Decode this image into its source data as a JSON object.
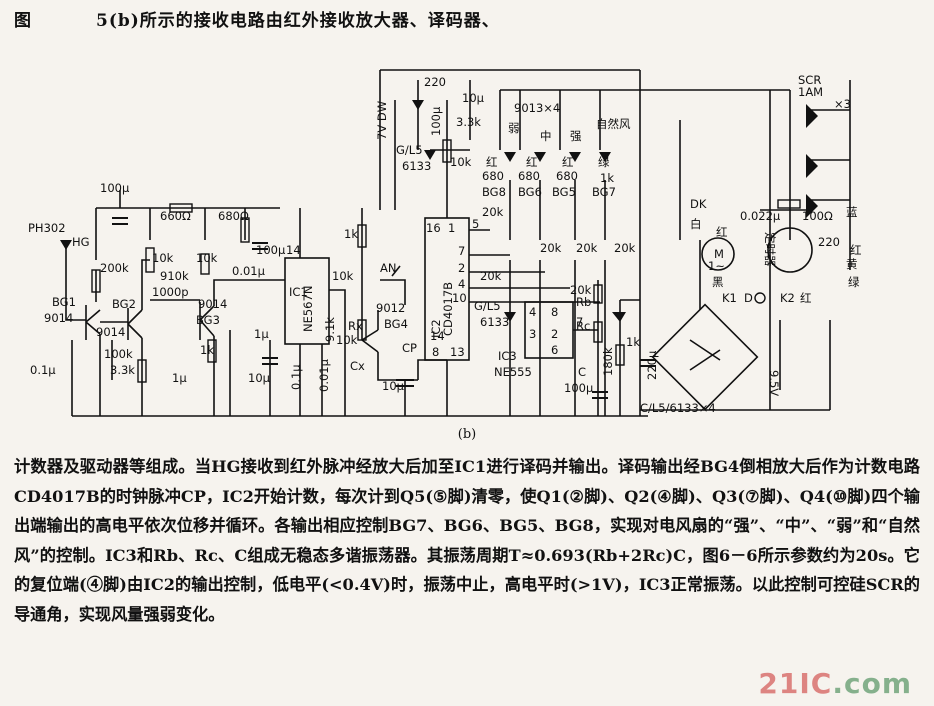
{
  "header": {
    "label": "图",
    "text": "5(b)所示的接收电路由红外接收放大器、译码器、"
  },
  "caption": "(b)",
  "paragraph": "计数器及驱动器等组成。当HG接收到红外脉冲经放大后加至IC1进行译码并输出。译码输出经BG4倒相放大后作为计数电路CD4017B的时钟脉冲CP，IC2开始计数，每次计到Q5(⑤脚)清零，使Q1(②脚)、Q2(④脚)、Q3(⑦脚)、Q4(⑩脚)四个输出端输出的高电平依次位移并循环。各输出相应控制BG7、BG6、BG5、BG8，实现对电风扇的“强”、“中”、“弱”和“自然风”的控制。IC3和Rb、Rc、C组成无稳态多谐振荡器。其振荡周期T≈0.693(Rb+2Rc)C，图6－6所示参数约为20s。它的复位端(④脚)由IC2的输出控制，低电平(<0.4V)时，振荡中止，高电平时(>1V)，IC3正常振荡。以此控制可控硅SCR的导通角，实现风量强弱变化。",
  "watermark": {
    "a": "21",
    "b": "IC",
    "c": ".com"
  },
  "labels": {
    "ph302": "PH302",
    "hg": "HG",
    "bg1": "BG1",
    "bg1_type": "9014",
    "bg2": "BG2",
    "bg2_type": "9014",
    "bg3": "BG3",
    "bg3_type": "9014",
    "c01": "0.1μ",
    "r100k": "100k",
    "r33k_a": "3.3k",
    "c1u_a": "1μ",
    "c100u_a": "100μ",
    "r200k": "200k",
    "r660": "660Ω",
    "r680": "680Ω",
    "r10k_a": "10k",
    "r910k": "910k",
    "c1000p": "1000p",
    "r10k_b": "10k",
    "r1k_a": "1k",
    "c100u_b": "100μ",
    "c001u_a": "0.01μ",
    "c1u_b": "1μ",
    "c10u_a": "10μ",
    "ic1": "IC1",
    "ne567": "NE567N",
    "pin14": "14",
    "c01u_b": "0.1μ",
    "c001u_b": "0.01μ",
    "r91k": "9.1k",
    "r10k_c": "10k",
    "rx": "Rx",
    "cx": "Cx",
    "an": "AN",
    "r10k_d": "10k",
    "r1k_b": "1k",
    "bg4_type": "9012",
    "bg4": "BG4",
    "cp": "CP",
    "c10u_b": "10μ",
    "ic2": "IC2",
    "cd4017b": "CD4017B",
    "p16": "16",
    "p1": "1",
    "p5": "5",
    "p7": "7",
    "p2": "2",
    "p4": "4",
    "p10": "10",
    "p14": "14",
    "p8": "8",
    "p13": "13",
    "zener": "7V DW",
    "c220": "220",
    "c10u_c": "10μ",
    "c100u_c": "100μ",
    "r33k_b": "3.3k",
    "gl5_a": "G/L5",
    "scr6133_a": "6133",
    "r10k_e": "10k",
    "q9013": "9013×4",
    "ruo": "弱",
    "zhong": "中",
    "qiang": "强",
    "ziran": "自然风",
    "hong1": "红",
    "hong2": "红",
    "hong3": "红",
    "lv": "绿",
    "r680_a": "680",
    "r680_b": "680",
    "r680_c": "680",
    "r1k_c": "1k",
    "bg8": "BG8",
    "bg6": "BG6",
    "bg5": "BG5",
    "bg7": "BG7",
    "r20k_a": "20k",
    "r20k_b": "20k",
    "r20k_c": "20k",
    "r20k_d": "20k",
    "r20k_e": "20k",
    "gl5_b": "G/L5",
    "scr6133_b": "6133",
    "ic3": "IC3",
    "ne555": "NE555",
    "n4": "4",
    "n8": "8",
    "n3": "3",
    "n2": "2",
    "n6": "6",
    "n7": "7",
    "rb": "Rb",
    "rc": "Rc",
    "r20k_f": "20k",
    "r180k": "180k",
    "c_ic3": "C",
    "c100u_d": "100μ",
    "r1k_d": "1k",
    "c220u": "220μ",
    "scr": "SCR",
    "scr_part": "1AM",
    "x3": "×3",
    "dk": "DK",
    "bai": "白",
    "hong_m": "红",
    "c022": "0.022μ",
    "r100o": "100Ω",
    "lan": "蓝",
    "v220": "220",
    "hong_r": "红",
    "huang": "黄",
    "lv2": "绿",
    "dingshi": "定时器",
    "hei": "黑",
    "k1": "K1",
    "d": "D",
    "k2": "K2",
    "hong_k": "红",
    "v95": "9.5V",
    "m": "M",
    "m_sub": "1~",
    "bridge": "C/L5/6133×4"
  }
}
